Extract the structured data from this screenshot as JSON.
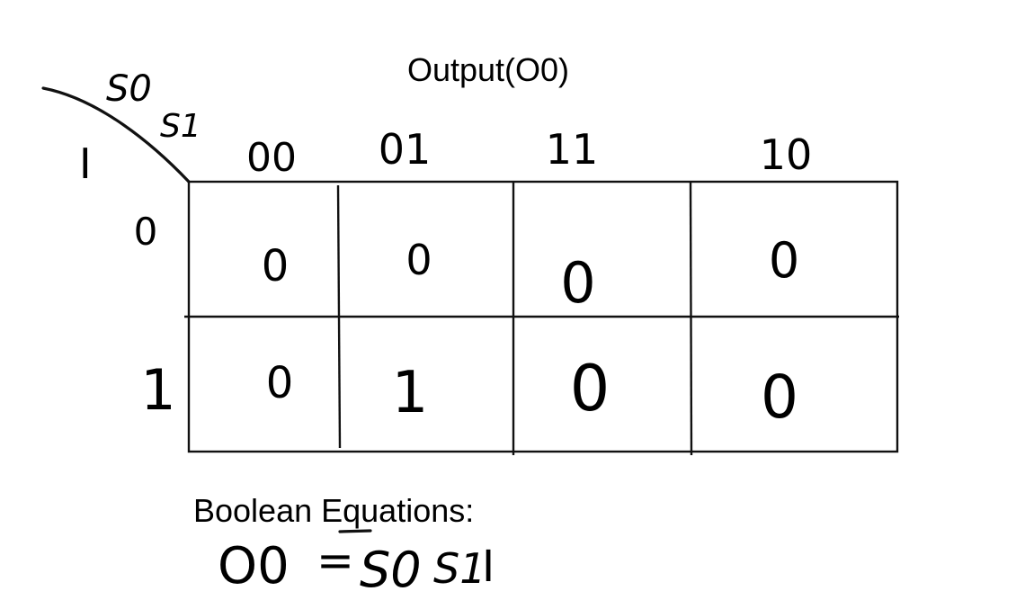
{
  "title": "Output(O0)",
  "corner": {
    "column_vars": [
      "S0",
      "S1"
    ],
    "row_var": "I"
  },
  "columns": [
    "00",
    "01",
    "11",
    "10"
  ],
  "rows": [
    {
      "label": "0",
      "cells": [
        "0",
        "0",
        "0",
        "0"
      ]
    },
    {
      "label": "1",
      "cells": [
        "0",
        "1",
        "0",
        "0"
      ]
    }
  ],
  "equations_heading": "Boolean Equations:",
  "equation": {
    "lhs": "O0",
    "equals": "=",
    "rhs_terms": [
      "S0",
      "S1",
      "I"
    ],
    "negated_terms": [
      "S0"
    ]
  }
}
